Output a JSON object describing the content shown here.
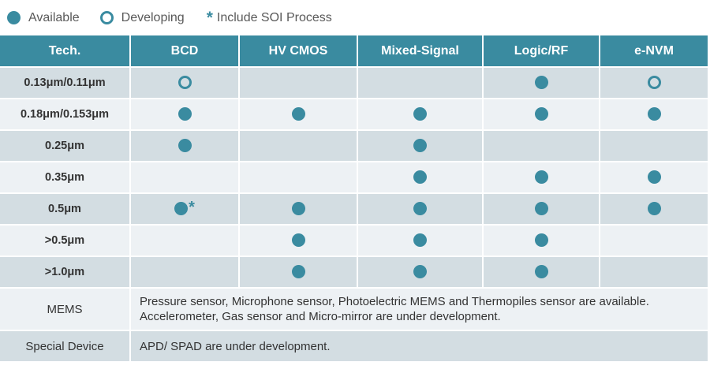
{
  "colors": {
    "teal": "#3a8ba0",
    "row_dark": "#d3dde2",
    "row_light": "#edf1f4",
    "header_text": "#ffffff",
    "label_text": "#333333",
    "legend_text": "#595959"
  },
  "legend": {
    "available_label": "Available",
    "developing_label": "Developing",
    "soi_star": "*",
    "soi_label": "Include SOI Process"
  },
  "table": {
    "headers": [
      "Tech.",
      "BCD",
      "HV CMOS",
      "Mixed-Signal",
      "Logic/RF",
      "e-NVM"
    ],
    "rows": [
      {
        "tech": "0.13μm/0.11μm",
        "cells": [
          "developing",
          "",
          "",
          "available",
          "developing"
        ]
      },
      {
        "tech": "0.18μm/0.153μm",
        "cells": [
          "available",
          "available",
          "available",
          "available",
          "available"
        ]
      },
      {
        "tech": "0.25μm",
        "cells": [
          "available",
          "",
          "available",
          "",
          ""
        ]
      },
      {
        "tech": "0.35μm",
        "cells": [
          "",
          "",
          "available",
          "available",
          "available"
        ]
      },
      {
        "tech": "0.5μm",
        "cells": [
          "available-soi",
          "available",
          "available",
          "available",
          "available"
        ]
      },
      {
        "tech": ">0.5μm",
        "cells": [
          "",
          "available",
          "available",
          "available",
          ""
        ]
      },
      {
        "tech": ">1.0μm",
        "cells": [
          "",
          "available",
          "available",
          "available",
          ""
        ]
      }
    ],
    "text_rows": [
      {
        "label": "MEMS",
        "lines": [
          "Pressure sensor, Microphone sensor, Photoelectric MEMS and Thermopiles sensor are available.",
          "Accelerometer, Gas sensor and Micro-mirror are under development."
        ]
      },
      {
        "label": "Special Device",
        "lines": [
          "APD/ SPAD are under development."
        ]
      }
    ]
  }
}
